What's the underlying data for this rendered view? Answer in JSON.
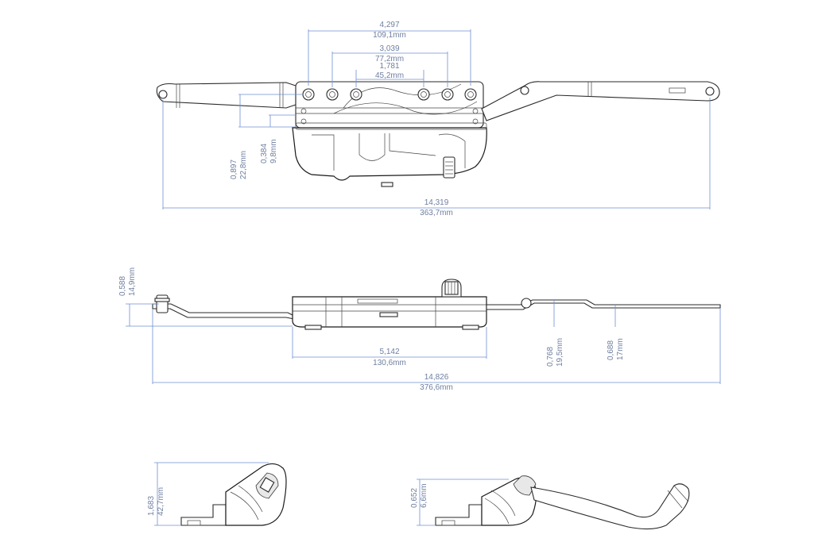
{
  "colors": {
    "dimension": "#6f8fd4",
    "dimension_text": "#6f7f9f",
    "outline": "#2a2a2a",
    "background": "#ffffff"
  },
  "top_view": {
    "dim_hole_span_outer": {
      "in": "4,297",
      "mm": "109,1mm"
    },
    "dim_hole_span_mid": {
      "in": "3,039",
      "mm": "77,2mm"
    },
    "dim_hole_span_inner": {
      "in": "1,781",
      "mm": "45,2mm"
    },
    "dim_offset_large": {
      "in": "0,897",
      "mm": "22,8mm"
    },
    "dim_offset_small": {
      "in": "0,384",
      "mm": "9,8mm"
    },
    "dim_overall_length": {
      "in": "14,319",
      "mm": "363,7mm"
    }
  },
  "side_view": {
    "dim_arm_height": {
      "in": "0,588",
      "mm": "14,9mm"
    },
    "dim_body_length": {
      "in": "5,142",
      "mm": "130,6mm"
    },
    "dim_arm_rise_a": {
      "in": "0,768",
      "mm": "19,5mm"
    },
    "dim_arm_rise_b": {
      "in": "0,688",
      "mm": "17mm"
    },
    "dim_overall_length": {
      "in": "14,826",
      "mm": "376,6mm"
    }
  },
  "cover_views": {
    "dim_cover_height": {
      "in": "1,683",
      "mm": "42,7mm"
    },
    "dim_handle_offset": {
      "in": "0,652",
      "mm": "6,6mm"
    }
  }
}
